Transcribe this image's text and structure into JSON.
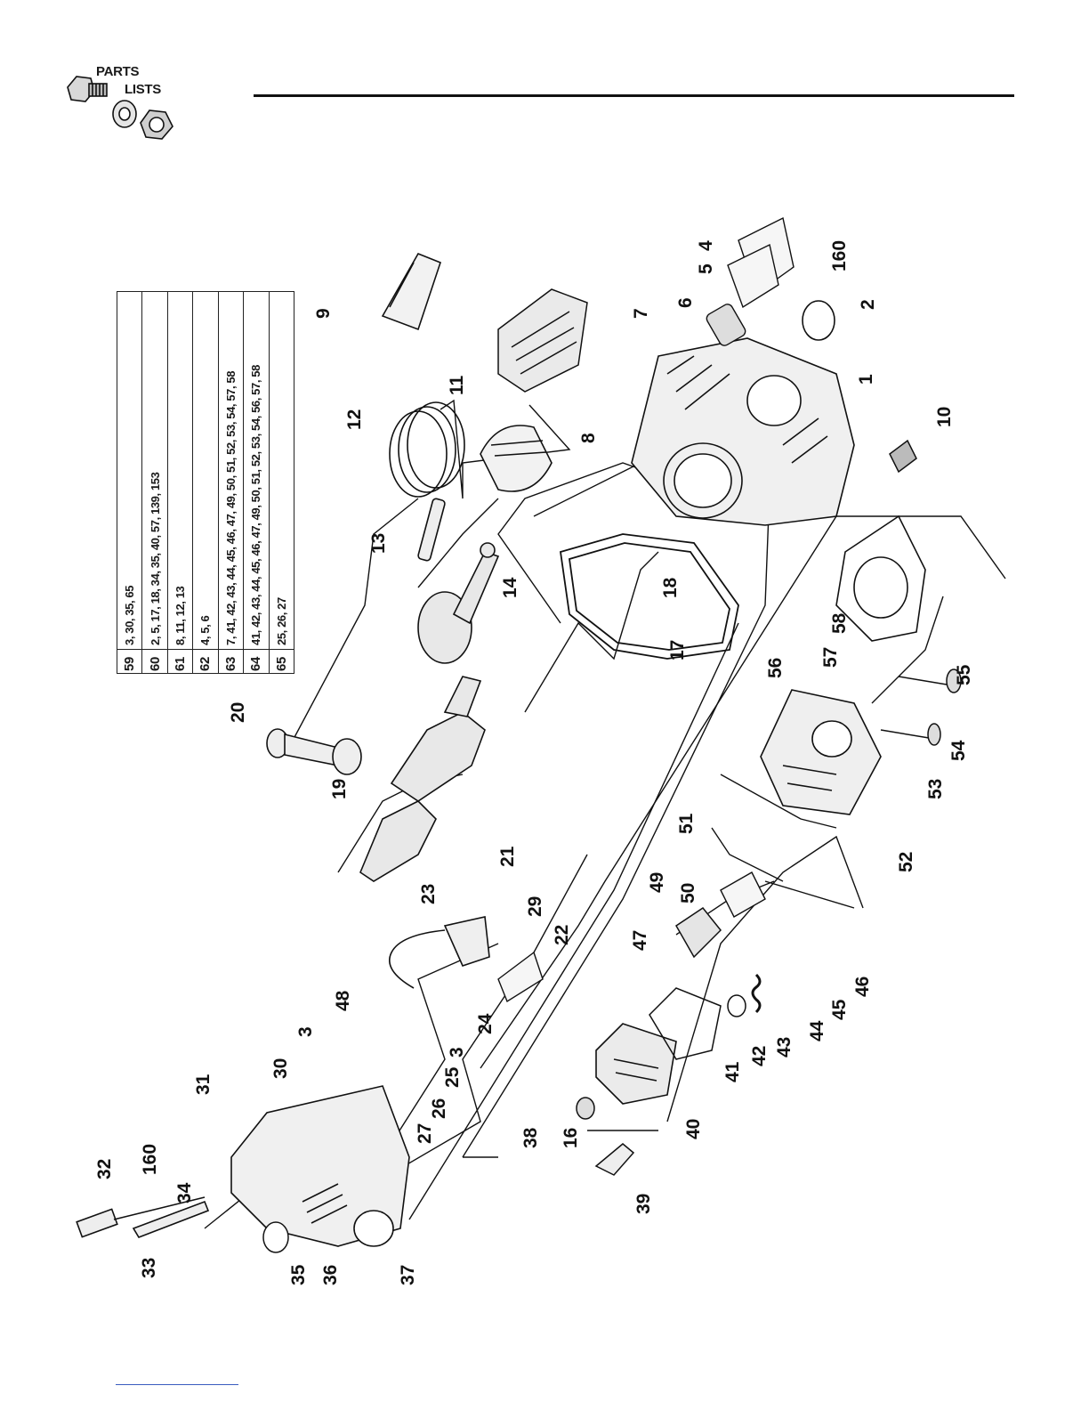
{
  "header": {
    "logo_line1": "PARTS",
    "logo_line2": "LISTS"
  },
  "kit_table": {
    "rows": [
      {
        "number": "59",
        "parts": "3, 30, 35, 65"
      },
      {
        "number": "60",
        "parts": "2, 5, 17, 18, 34, 35, 40, 57, 139, 153"
      },
      {
        "number": "61",
        "parts": "8, 11, 12, 13"
      },
      {
        "number": "62",
        "parts": "4, 5, 6"
      },
      {
        "number": "63",
        "parts": "7, 41, 42, 43, 44, 45, 46, 47, 49, 50, 51, 52, 53, 54, 57, 58"
      },
      {
        "number": "64",
        "parts": "41, 42, 43, 44, 45, 46, 47, 49, 50, 51, 52, 53, 54, 56, 57, 58"
      },
      {
        "number": "65",
        "parts": "25, 26, 27"
      }
    ]
  },
  "callouts": [
    "1",
    "2",
    "3",
    "3",
    "4",
    "5",
    "6",
    "7",
    "8",
    "9",
    "10",
    "11",
    "12",
    "13",
    "14",
    "16",
    "17",
    "18",
    "19",
    "20",
    "21",
    "22",
    "23",
    "24",
    "25",
    "26",
    "27",
    "29",
    "30",
    "31",
    "32",
    "33",
    "34",
    "35",
    "36",
    "37",
    "38",
    "39",
    "40",
    "41",
    "42",
    "43",
    "44",
    "45",
    "46",
    "47",
    "48",
    "49",
    "50",
    "51",
    "52",
    "53",
    "54",
    "55",
    "56",
    "57",
    "58",
    "160",
    "160"
  ],
  "colors": {
    "line": "#111111",
    "link": "#3a5bbf"
  }
}
